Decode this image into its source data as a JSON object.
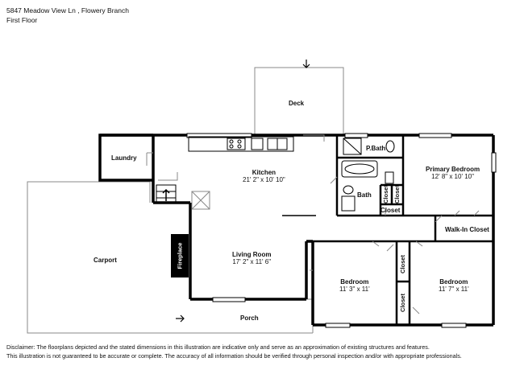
{
  "header": {
    "address": "5847 Meadow View Ln , Flowery Branch",
    "floor": "First Floor"
  },
  "rooms": {
    "deck": {
      "name": "Deck"
    },
    "laundry": {
      "name": "Laundry"
    },
    "kitchen": {
      "name": "Kitchen",
      "dim": "21' 2\" x 10' 10\""
    },
    "pbath": {
      "name": "P.Bath"
    },
    "primary": {
      "name": "Primary Bedroom",
      "dim": "12' 8\" x 10' 10\""
    },
    "bath": {
      "name": "Bath"
    },
    "closet_bath_a": {
      "name": "Closet"
    },
    "closet_bath_b": {
      "name": "Closet"
    },
    "closet_hall": {
      "name": "Closet"
    },
    "walkin": {
      "name": "Walk-In Closet"
    },
    "carport": {
      "name": "Carport"
    },
    "fireplace": {
      "name": "Fireplace"
    },
    "living": {
      "name": "Living Room",
      "dim": "17' 2\" x 11' 6\""
    },
    "bed2": {
      "name": "Bedroom",
      "dim": "11' 3\" x 11'"
    },
    "bed3": {
      "name": "Bedroom",
      "dim": "11' 7\" x 11'"
    },
    "closet_bed_a": {
      "name": "Closet"
    },
    "closet_bed_b": {
      "name": "Closet"
    },
    "porch": {
      "name": "Porch"
    }
  },
  "disclaimer": {
    "line1": "Disclaimer: The floorplans depicted and the stated dimensions in this illustration are indicative only and serve as an approximation of existing structures and features.",
    "line2": "This illustration is not guaranteed to be accurate or complete. The accuracy of all information should be verified through personal inspection and/or with appropriate professionals."
  }
}
